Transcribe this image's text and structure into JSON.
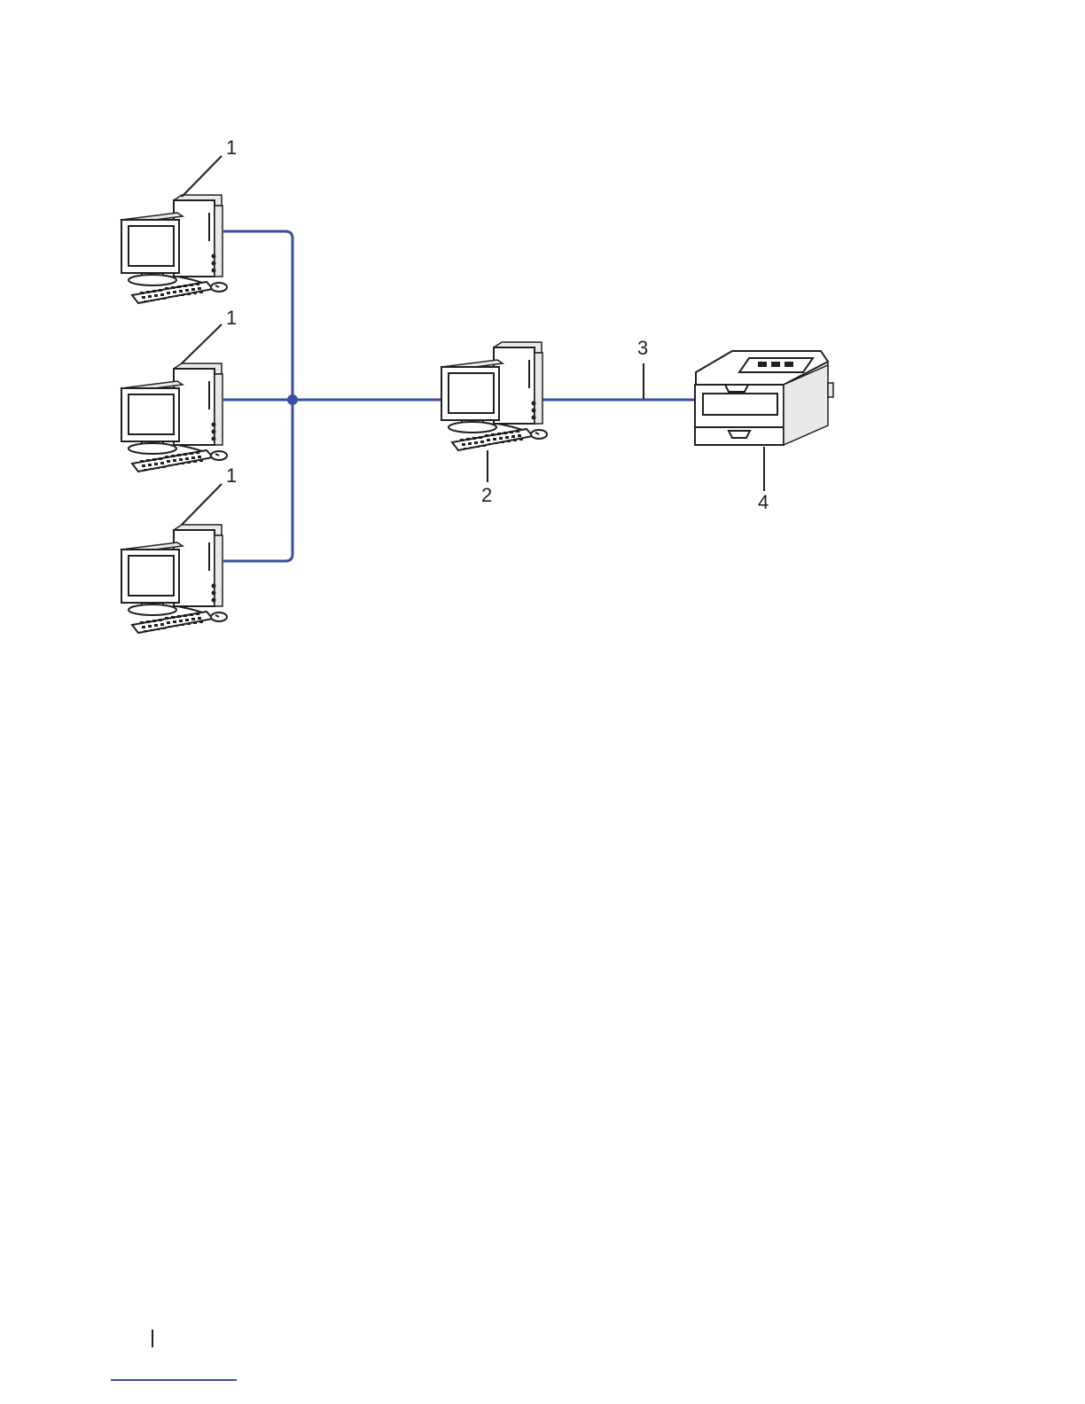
{
  "diagram": {
    "callouts": {
      "client_1": "1",
      "client_2": "1",
      "client_3": "1",
      "server": "2",
      "cable": "3",
      "printer": "4"
    },
    "colors": {
      "network_line": "#3a4fa0",
      "ink": "#231f20",
      "footer_link": "#3a4fa0"
    },
    "icons": [
      "desktop-computer-icon",
      "laser-printer-icon"
    ]
  }
}
